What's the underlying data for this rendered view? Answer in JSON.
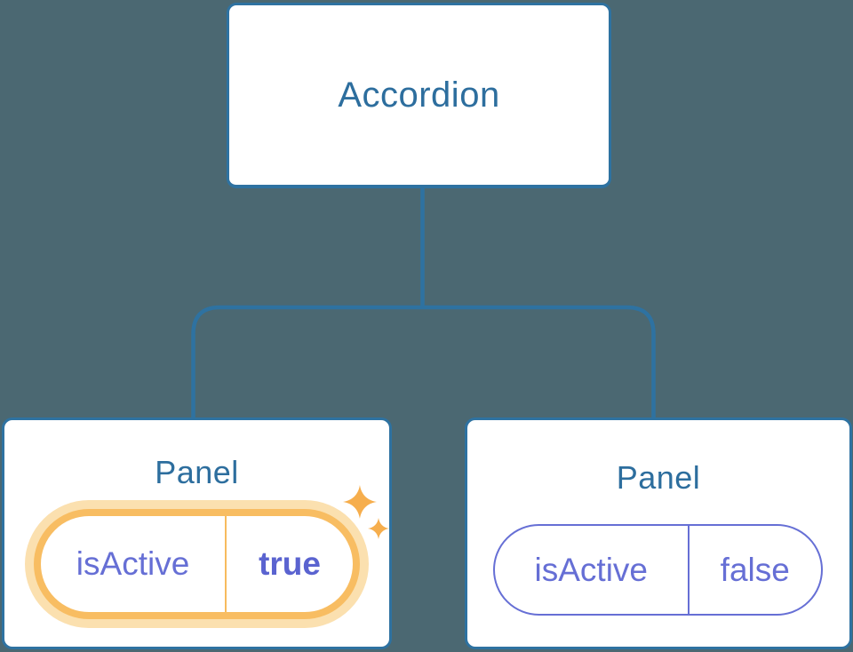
{
  "diagram": {
    "root": {
      "label": "Accordion"
    },
    "panels": [
      {
        "title": "Panel",
        "state_key": "isActive",
        "state_value": "true",
        "highlighted": true
      },
      {
        "title": "Panel",
        "state_key": "isActive",
        "state_value": "false",
        "highlighted": false
      }
    ]
  },
  "icons": {
    "sparkles": "sparkle-icon"
  },
  "colors": {
    "background": "#4b6872",
    "node_background": "#ffffff",
    "node_border_blue": "#2e72a1",
    "node_text_blue": "#2d6e9e",
    "connector_blue": "#2e72a1",
    "state_purple": "#666fd5",
    "state_value_bold_purple": "#5a63d0",
    "highlight_orange_border": "#f8bd62",
    "highlight_orange_glow": "#fbe0af",
    "sparkle_orange": "#f6ae4d"
  }
}
